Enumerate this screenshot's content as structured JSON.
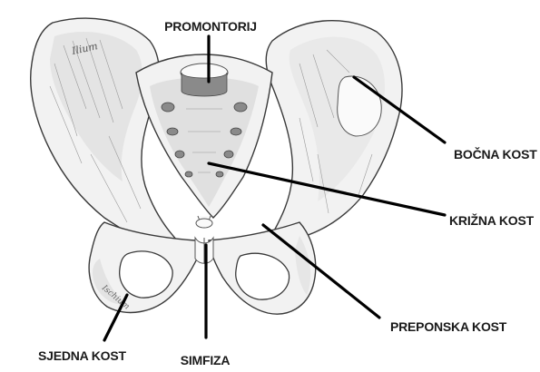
{
  "image": {
    "ilium_engraving": "Ilium",
    "ischium_engraving": "Ischium"
  },
  "labels": {
    "promontorij": "PROMONTORIJ",
    "bocna_kost": "BOČNA KOST",
    "krizna_kost": "KRIŽNA KOST",
    "preponska_kost": "PREPONSKA KOST",
    "sjedna_kost": "SJEDNA KOST",
    "simfiza": "SIMFIZA"
  },
  "colors": {
    "leader": "#000000",
    "label_text": "#1a1a1a",
    "bone_shade": "#d9d9d9"
  }
}
